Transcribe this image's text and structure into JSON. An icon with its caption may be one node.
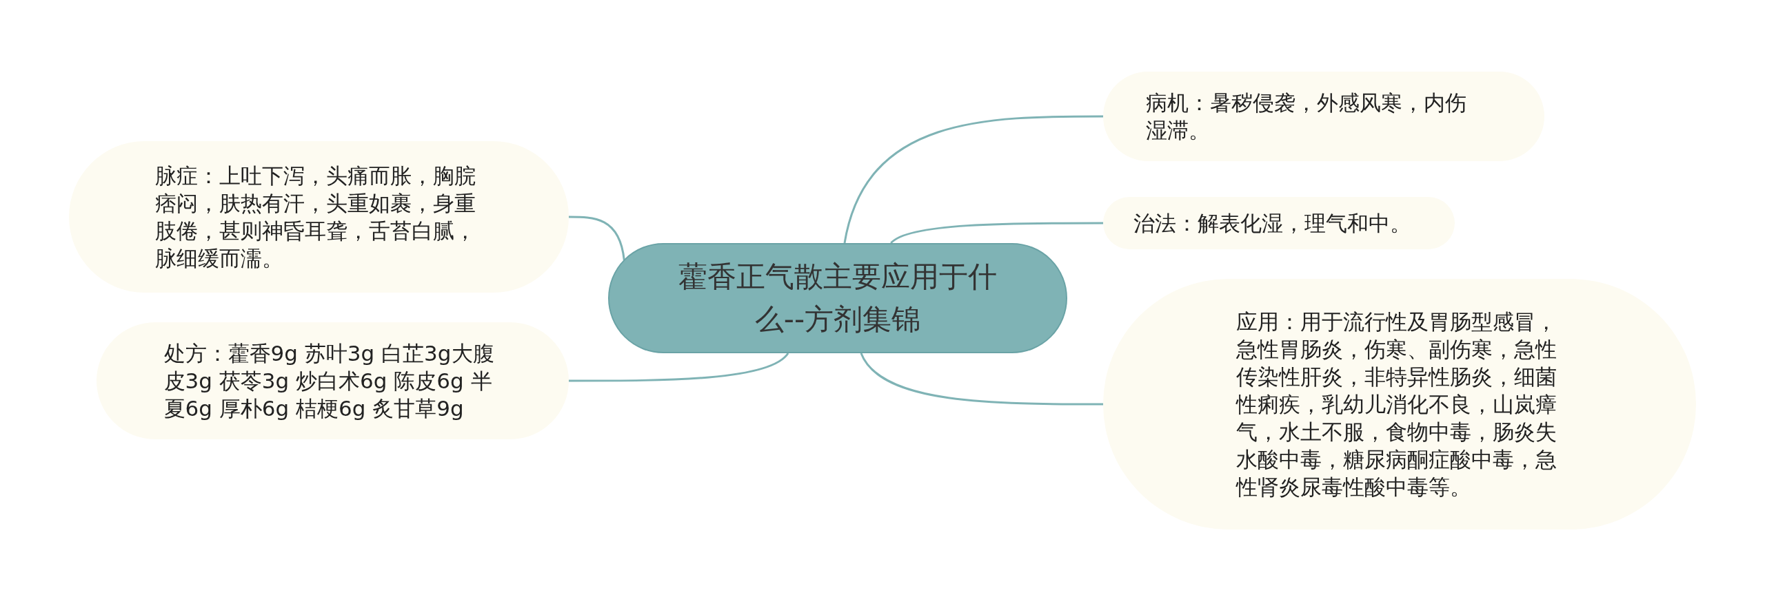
{
  "diagram": {
    "nodes": [
      {
        "text": [
          "藿香正气散主要应用于什么--方剂集锦"
        ]
      },
      {
        "text": [
          "病机：暑秽侵袭，外感风寒，内伤湿滞。"
        ]
      },
      {
        "text": [
          "治法：解表化湿，理气和中。"
        ]
      },
      {
        "text": [
          "应用：用于流行性及胃肠型感冒，急性胃肠炎，伤寒、副伤寒，急性传染性肝炎，非特异性肠炎，细菌性痢疾，乳幼儿消化不良，山岚瘴气，水土不服，食物中毒，肠炎失水酸中毒，糖尿病酮症酸中毒，急性肾炎尿毒性酸中毒等。"
        ]
      },
      {
        "text": [
          "脉症：上吐下泻，头痛而胀，胸脘痞闷，肤热有汗，头重如裹，身重肢倦，甚则神昏耳聋，舌苔白腻，脉细缓而濡。"
        ]
      },
      {
        "text": [
          "处方：藿香9g 苏叶3g 白芷3g大腹皮3g 茯苓3g 炒白术6g 陈皮6g 半夏6g 厚朴6g 桔梗6g 炙甘草9g"
        ]
      }
    ],
    "edges": [
      {
        "from": 0,
        "to": 1,
        "arrow": "none"
      },
      {
        "from": 0,
        "to": 2,
        "arrow": "none"
      },
      {
        "from": 0,
        "to": 3,
        "arrow": "none"
      },
      {
        "from": 0,
        "to": 4,
        "arrow": "none"
      },
      {
        "from": 0,
        "to": 5,
        "arrow": "none"
      }
    ]
  }
}
